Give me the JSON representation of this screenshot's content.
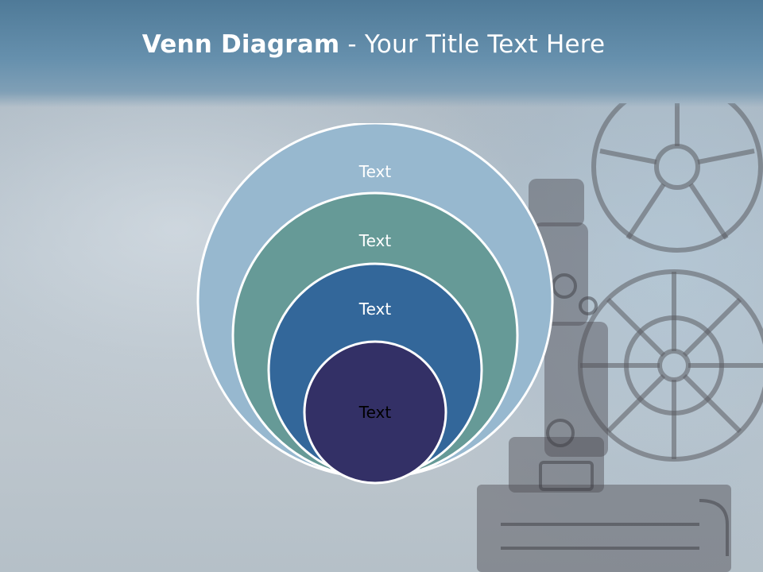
{
  "slide": {
    "title_bold": "Venn Diagram",
    "title_rest": " - Your Title Text Here"
  },
  "venn": {
    "circles": [
      {
        "label": "Text",
        "fill": "#97b8cf",
        "text_color": "#ffffff"
      },
      {
        "label": "Text",
        "fill": "#669a97",
        "text_color": "#ffffff"
      },
      {
        "label": "Text",
        "fill": "#33679a",
        "text_color": "#ffffff"
      },
      {
        "label": "Text",
        "fill": "#333066",
        "text_color": "#000000"
      }
    ],
    "outline_color": "#ffffff"
  },
  "background": {
    "title_band_color": "#5e87a5",
    "image": "film-projector"
  }
}
